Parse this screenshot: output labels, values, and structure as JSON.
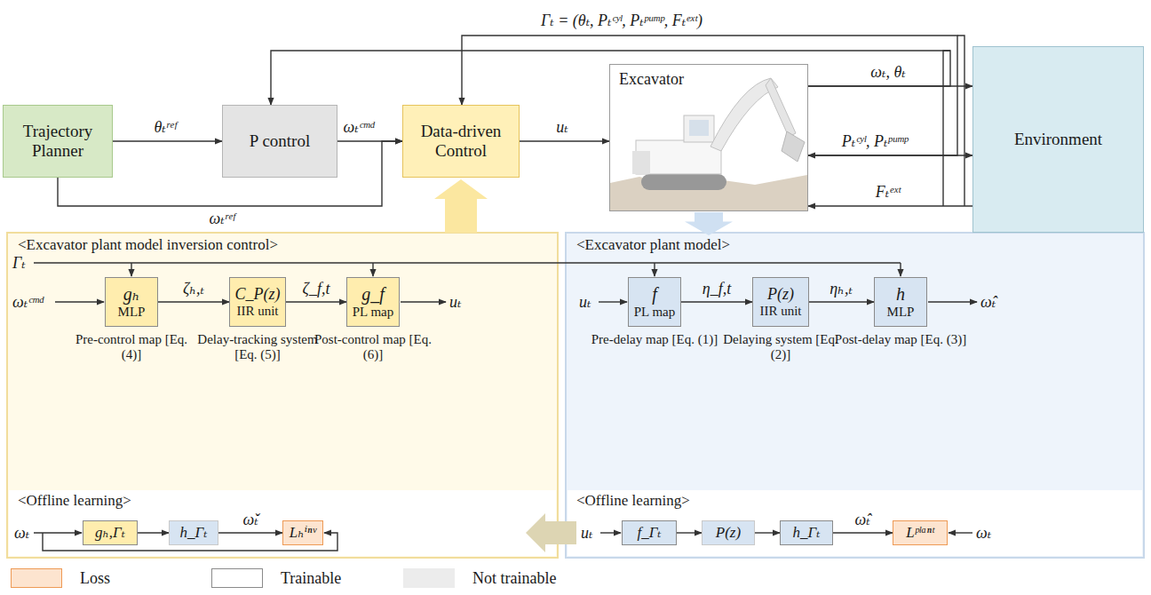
{
  "diagram": {
    "nodes": [
      {
        "text": [
          "Trajectory Planner"
        ]
      },
      {
        "text": [
          "P control"
        ]
      },
      {
        "text": [
          "Data-driven Control"
        ]
      },
      {
        "text": [
          "Excavator"
        ]
      },
      {
        "text": [
          "Environment"
        ]
      },
      {
        "text": [
          "<Excavator plant model inversion control>"
        ]
      },
      {
        "text": [
          "gₕ",
          "MLP"
        ],
        "in": 5
      },
      {
        "text": [
          "C_P(z)",
          "IIR unit"
        ],
        "in": 5
      },
      {
        "text": [
          "g_f",
          "PL map"
        ],
        "in": 5
      },
      {
        "text": [
          "<Offline learning>"
        ],
        "in": 5
      },
      {
        "text": [
          "gₕ,Γₜ"
        ],
        "in": 9
      },
      {
        "text": [
          "h_Γₜ"
        ],
        "in": 9
      },
      {
        "text": [
          "Lₕⁱⁿᵛ"
        ],
        "in": 9
      },
      {
        "text": [
          "<Excavator plant model>"
        ]
      },
      {
        "text": [
          "f",
          "PL map"
        ],
        "in": 13
      },
      {
        "text": [
          "P(z)",
          "IIR unit"
        ],
        "in": 13
      },
      {
        "text": [
          "h",
          "MLP"
        ],
        "in": 13
      },
      {
        "text": [
          "<Offline learning>"
        ],
        "in": 13
      },
      {
        "text": [
          "f_Γₜ"
        ],
        "in": 17
      },
      {
        "text": [
          "P(z)"
        ],
        "in": 17
      },
      {
        "text": [
          "h_Γₜ"
        ],
        "in": 17
      },
      {
        "text": [
          "Lᵖˡᵃⁿᵗ"
        ],
        "in": 17
      }
    ],
    "edges": [
      {
        "from": 0,
        "to": 1,
        "label": "θₜʳᵉᶠ",
        "arrow": "to"
      },
      {
        "from": 0,
        "to": 2,
        "label": "ωₜʳᵉᶠ",
        "arrow": "to"
      },
      {
        "from": 1,
        "to": 2,
        "label": "ωₜᶜᵐᵈ",
        "arrow": "to"
      },
      {
        "from": 2,
        "to": 3,
        "label": "uₜ",
        "arrow": "to"
      },
      {
        "from": 3,
        "to": 4,
        "label": "ωₜ, θₜ",
        "arrow": "to"
      },
      {
        "from": 3,
        "to": 4,
        "label": "Pₜᶜʸˡ, Pₜᵖᵘᵐᵖ",
        "arrow": "both"
      },
      {
        "from": 4,
        "to": 3,
        "label": "Fₜᵉˣᵗ",
        "arrow": "to"
      },
      {
        "from": 3,
        "to": 1,
        "label": "Γₜ = (θₜ, Pₜᶜʸˡ, Pₜᵖᵘᵐᵖ, Fₜᵉˣᵗ)",
        "arrow": "to"
      },
      {
        "from": 3,
        "to": 2,
        "arrow": "to"
      },
      {
        "from": 5,
        "to": 2,
        "arrow": "to"
      },
      {
        "from": 3,
        "to": 13,
        "arrow": "to"
      },
      {
        "from": 17,
        "to": 9,
        "arrow": "to"
      },
      {
        "from": 6,
        "to": 7,
        "label": "ζₕ,ₜ",
        "arrow": "to"
      },
      {
        "from": 7,
        "to": 8,
        "label": "ζ_f,t",
        "arrow": "to"
      },
      {
        "from": 14,
        "to": 15,
        "label": "η_f,t",
        "arrow": "to"
      },
      {
        "from": 15,
        "to": 16,
        "label": "ηₕ,ₜ",
        "arrow": "to"
      },
      {
        "from": 10,
        "to": 11,
        "arrow": "to"
      },
      {
        "from": 11,
        "to": 12,
        "label": "ω̌ₜ",
        "arrow": "to"
      },
      {
        "from": 18,
        "to": 19,
        "arrow": "to"
      },
      {
        "from": 19,
        "to": 20,
        "arrow": "to"
      },
      {
        "from": 20,
        "to": 21,
        "label": "ω̂ₜ",
        "arrow": "to"
      }
    ],
    "labels": [
      "Γₜ",
      "ωₜᶜᵐᵈ",
      "uₜ",
      "uₜ",
      "ω̂ₜ",
      "Pre-control map [Eq. (4)]",
      "Delay-tracking system [Eq. (5)]",
      "Post-control map [Eq. (6)]",
      "Pre-delay map [Eq. (1)]",
      "Delaying system [Eq. (2)]",
      "Post-delay map [Eq. (3)]",
      "ωₜ",
      "uₜ",
      "ωₜ"
    ],
    "legend": [
      {
        "text": "Loss",
        "color": "#fde4cf"
      },
      {
        "text": "Trainable"
      },
      {
        "text": "Not trainable",
        "color": "#ececec"
      }
    ]
  }
}
